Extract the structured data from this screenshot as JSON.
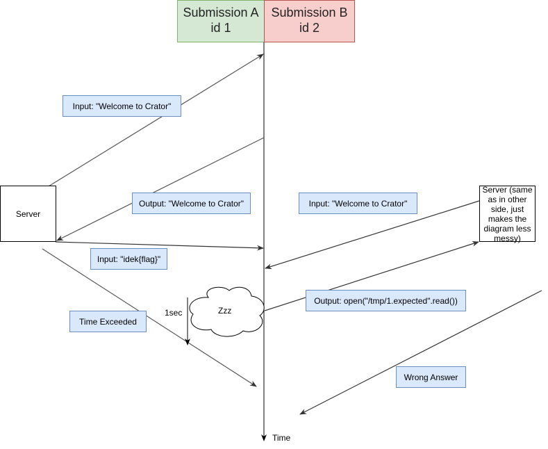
{
  "headers": {
    "a": {
      "line1": "Submission A",
      "line2": "id 1"
    },
    "b": {
      "line1": "Submission B",
      "line2": "id 2"
    }
  },
  "servers": {
    "left": "Server",
    "right": "Server (same as in other side, just makes the diagram less messy)"
  },
  "labels": {
    "input_welcome_a": "Input: \"Welcome to Crator\"",
    "output_welcome_a": "Output: \"Welcome to Crator\"",
    "input_welcome_b": "Input: \"Welcome to Crator\"",
    "input_idek": "Input: \"idek{flag}\"",
    "output_open": "Output: open(\"/tmp/1.expected\".read())",
    "time_exceeded": "Time Exceeded",
    "wrong_answer": "Wrong Answer"
  },
  "annotations": {
    "sleep_duration": "1sec",
    "cloud": "Zzz",
    "time_axis": "Time"
  }
}
